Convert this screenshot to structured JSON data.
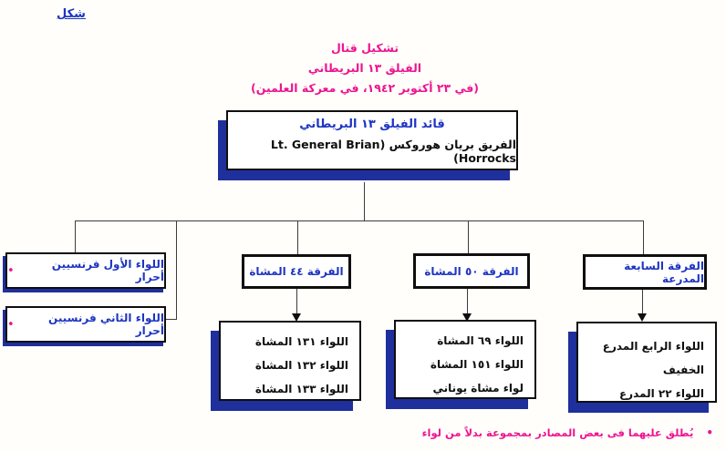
{
  "figure_label": "شكل",
  "title": {
    "line1": "تشكيل قتال",
    "line2": "الفيلق ١٣ البريطاني",
    "line3": "(في ٢٣ أكتوبر ١٩٤٢، في معركة العلمين)"
  },
  "commander": {
    "title": "قائد الفيلق ١٣ البريطاني",
    "name": "الفريق بريان هوروكس (Lt. General Brian Horrocks)"
  },
  "units": {
    "french1": "اللواء الأول فرنسيين أحرار",
    "french2": "اللواء الثاني فرنسيين أحرار",
    "div44": "الفرقة ٤٤ المشاة",
    "div50": "الفرقة ٥٠ المشاة",
    "div7": "الفرقة السابعة المدرعة",
    "marker": "•"
  },
  "brigades": {
    "under44": [
      "اللواء ١٣١ المشاة",
      "اللواء ١٣٢ المشاة",
      "اللواء ١٣٣ المشاة"
    ],
    "under50": [
      "اللواء ٦٩ المشاة",
      "اللواء ١٥١ المشاة",
      "لواء مشاة يوناني"
    ],
    "under7": [
      "اللواء الرابع المدرع الخفيف",
      "اللواء ٢٢ المدرع"
    ]
  },
  "footnote": {
    "bullet": "•",
    "text": "يُطلق عليهما فى بعض المصادر بمجموعة بدلاً من لواء"
  },
  "colors": {
    "blue": "#1e35c2",
    "magenta": "#ee1490",
    "navy": "#1f2f9c",
    "ink": "#0f0f0f",
    "line": "#3c3c3c",
    "paper": "#fffefb"
  }
}
